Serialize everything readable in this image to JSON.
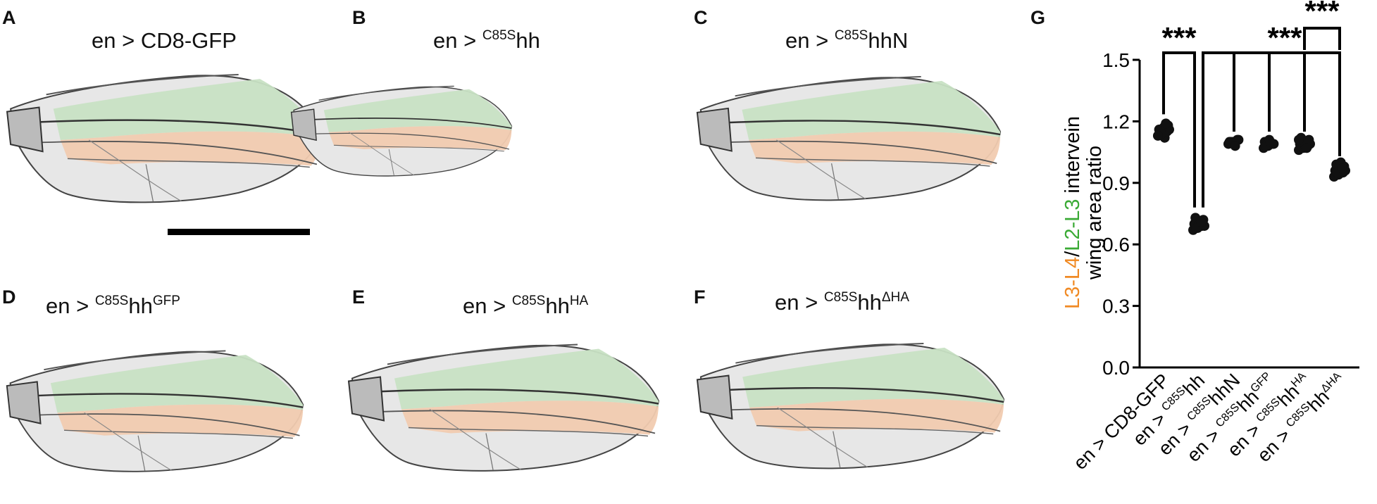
{
  "panels": [
    {
      "letter": "A",
      "title_pre": "en > ",
      "title_sup": "",
      "title_main": "CD8-GFP",
      "title_post": ""
    },
    {
      "letter": "B",
      "title_pre": "en > ",
      "title_sup": "C85S",
      "title_main": "hh",
      "title_post": ""
    },
    {
      "letter": "C",
      "title_pre": "en > ",
      "title_sup": "C85S",
      "title_main": "hhN",
      "title_post": ""
    },
    {
      "letter": "D",
      "title_pre": "en > ",
      "title_sup": "C85S",
      "title_main": "hh",
      "title_post": "GFP"
    },
    {
      "letter": "E",
      "title_pre": "en > ",
      "title_sup": "C85S",
      "title_main": "hh",
      "title_post": "HA"
    },
    {
      "letter": "F",
      "title_pre": "en > ",
      "title_sup": "C85S",
      "title_main": "hh",
      "title_post": "ΔHA"
    }
  ],
  "colors": {
    "green_region": "#c8e2c4",
    "orange_region": "#f1cbb0",
    "ylabel_orange": "#f08a24",
    "ylabel_green": "#3aaa35"
  },
  "chart_data": {
    "panel_letter": "G",
    "type": "scatter",
    "ylabel_parts": [
      "L3-L4",
      "/",
      "L2-L3",
      " intervein"
    ],
    "ylabel_line2": "wing area ratio",
    "ylim": [
      0.0,
      1.5
    ],
    "yticks": [
      "0.0",
      "0.3",
      "0.6",
      "0.9",
      "1.2",
      "1.5"
    ],
    "categories": [
      {
        "pre": "en > ",
        "sup": "",
        "main": "CD8-GFP",
        "post": ""
      },
      {
        "pre": "en > ",
        "sup": "C85S",
        "main": "hh",
        "post": ""
      },
      {
        "pre": "en > ",
        "sup": "C85S",
        "main": "hhN",
        "post": ""
      },
      {
        "pre": "en > ",
        "sup": "C85S",
        "main": "hh",
        "post": "GFP"
      },
      {
        "pre": "en > ",
        "sup": "C85S",
        "main": "hh",
        "post": "HA"
      },
      {
        "pre": "en > ",
        "sup": "C85S",
        "main": "hh",
        "post": "ΔHA"
      }
    ],
    "values": [
      [
        1.13,
        1.14,
        1.15,
        1.16,
        1.17,
        1.18,
        1.15,
        1.12,
        1.16,
        1.14,
        1.19,
        1.13
      ],
      [
        0.67,
        0.68,
        0.69,
        0.7,
        0.71,
        0.72,
        0.73,
        0.7,
        0.69,
        0.68,
        0.71
      ],
      [
        1.09,
        1.1,
        1.11,
        1.1,
        1.09,
        1.11,
        1.1,
        1.08
      ],
      [
        1.07,
        1.08,
        1.09,
        1.1,
        1.11,
        1.09,
        1.08,
        1.1
      ],
      [
        1.06,
        1.07,
        1.08,
        1.09,
        1.1,
        1.11,
        1.12,
        1.08,
        1.09,
        1.1,
        1.07,
        1.11
      ],
      [
        0.93,
        0.94,
        0.95,
        0.96,
        0.97,
        0.98,
        0.99,
        1.0,
        0.96,
        0.95,
        0.97
      ]
    ],
    "significance": [
      {
        "label": "***",
        "from": 0,
        "to": 1
      },
      {
        "label": "***",
        "from": 1,
        "to": [
          2,
          3,
          4,
          5
        ]
      },
      {
        "label": "***",
        "from": 4,
        "to": 5
      }
    ]
  }
}
